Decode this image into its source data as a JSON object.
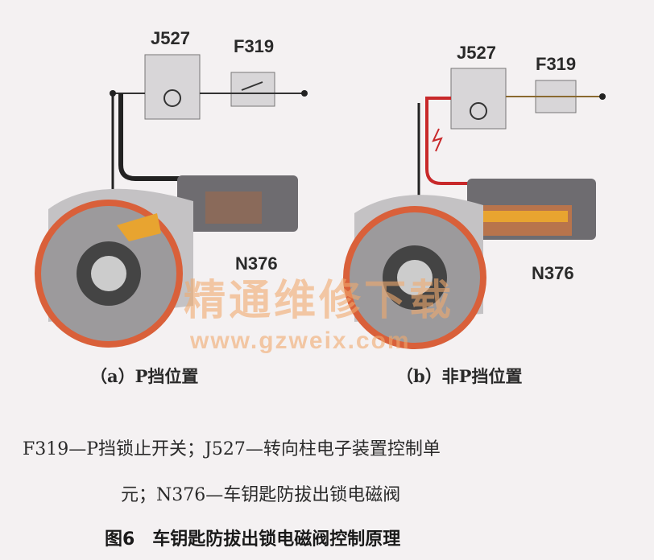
{
  "diagram": {
    "panel_a": {
      "j527": "J527",
      "f319": "F319",
      "n376": "N376",
      "caption": "（a）P挡位置"
    },
    "panel_b": {
      "j527": "J527",
      "f319": "F319",
      "n376": "N376",
      "caption": "（b）非P挡位置"
    },
    "colors": {
      "housing": "#8c8a8d",
      "ring": "#d9603a",
      "active": "#c8282a",
      "slider": "#e8a430",
      "coil": "#b8744c"
    }
  },
  "watermark": {
    "line1": "精通维修下载",
    "line2": "www.gzweix.com"
  },
  "legend": {
    "line1": "F319—P挡锁止开关；J527—转向柱电子装置控制单",
    "line2": "元；N376—车钥匙防拔出锁电磁阀"
  },
  "figure_title": "图6　车钥匙防拔出锁电磁阀控制原理"
}
